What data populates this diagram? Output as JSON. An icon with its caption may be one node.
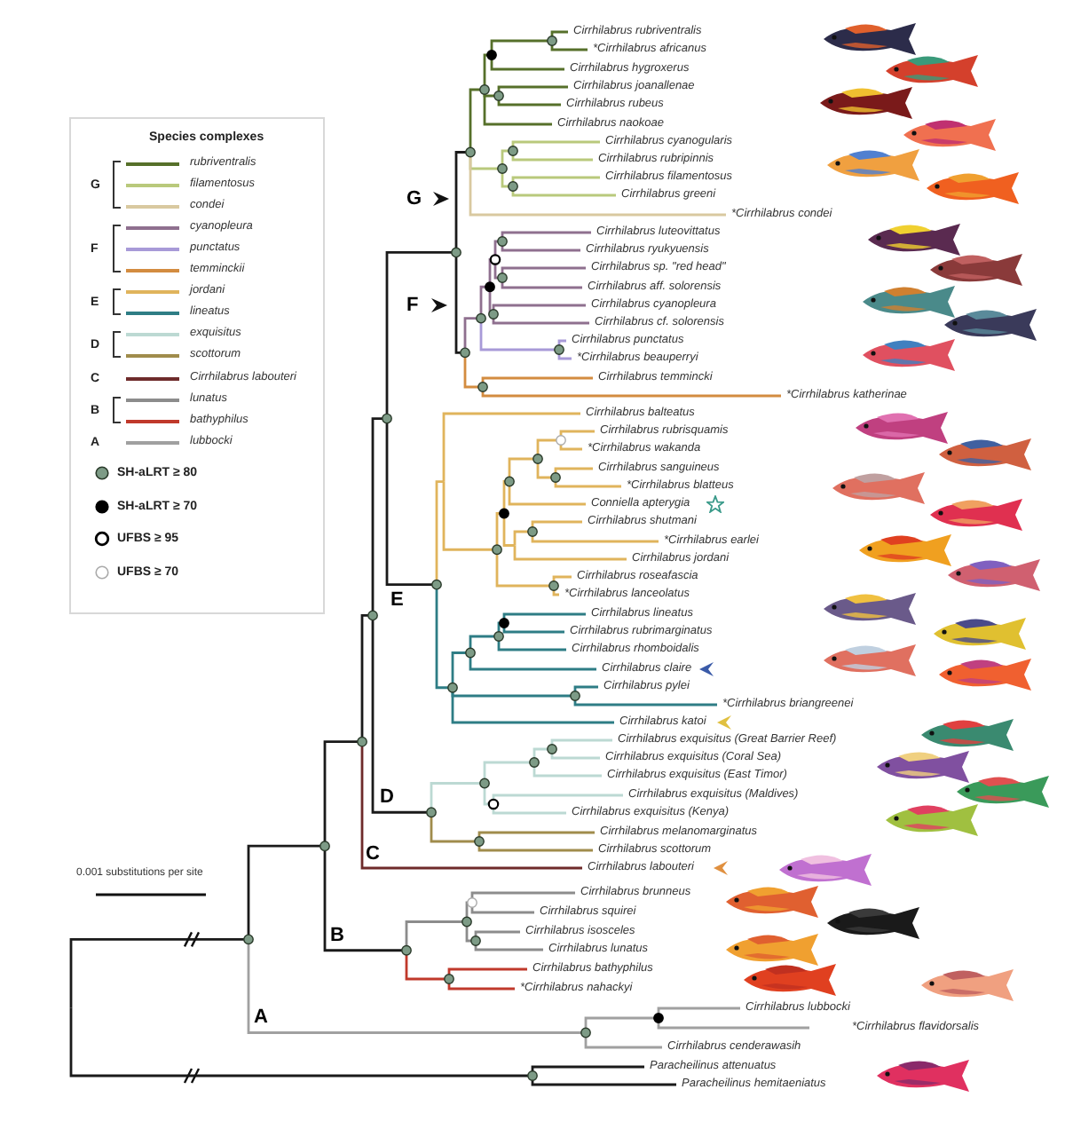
{
  "diagram": {
    "labels": [
      "Species complexes",
      "G",
      "F",
      "E",
      "D",
      "C",
      "B",
      "A",
      "G",
      "F",
      "E",
      "D",
      "C",
      "B",
      "A",
      "0.001 substitutions per site",
      "Cirrhilabrus rubriventralis",
      "*Cirrhilabrus africanus",
      "Cirrhilabrus hygroxerus",
      "Cirrhilabrus joanallenae",
      "Cirrhilabrus rubeus",
      "Cirrhilabrus naokoae",
      "Cirrhilabrus cyanogularis",
      "Cirrhilabrus rubripinnis",
      "Cirrhilabrus filamentosus",
      "Cirrhilabrus greeni",
      "*Cirrhilabrus condei",
      "Cirrhilabrus luteovittatus",
      "Cirrhilabrus ryukyuensis",
      "Cirrhilabrus sp. \"red head\"",
      "Cirrhilabrus aff. solorensis",
      "Cirrhilabrus cyanopleura",
      "Cirrhilabrus cf. solorensis",
      "Cirrhilabrus punctatus",
      "*Cirrhilabrus beauperryi",
      "Cirrhilabrus temmincki",
      "*Cirrhilabrus katherinae",
      "Cirrhilabrus balteatus",
      "Cirrhilabrus rubrisquamis",
      "*Cirrhilabrus wakanda",
      "Cirrhilabrus sanguineus",
      "*Cirrhilabrus blatteus",
      "Conniella apterygia",
      "Cirrhilabrus shutmani",
      "*Cirrhilabrus earlei",
      "Cirrhilabrus jordani",
      "Cirrhilabrus roseafascia",
      "*Cirrhilabrus lanceolatus",
      "Cirrhilabrus lineatus",
      "Cirrhilabrus rubrimarginatus",
      "Cirrhilabrus rhomboidalis",
      "Cirrhilabrus claire",
      "Cirrhilabrus pylei",
      "*Cirrhilabrus briangreenei",
      "Cirrhilabrus katoi",
      "Cirrhilabrus exquisitus (Great Barrier Reef)",
      "Cirrhilabrus exquisitus (Coral Sea)",
      "Cirrhilabrus exquisitus (East Timor)",
      "Cirrhilabrus exquisitus (Maldives)",
      "Cirrhilabrus exquisitus (Kenya)",
      "Cirrhilabrus melanomarginatus",
      "Cirrhilabrus scottorum",
      "Cirrhilabrus labouteri",
      "Cirrhilabrus brunneus",
      "Cirrhilabrus squirei",
      "Cirrhilabrus isosceles",
      "Cirrhilabrus lunatus",
      "Cirrhilabrus bathyphilus",
      "*Cirrhilabrus nahackyi",
      "Cirrhilabrus lubbocki",
      "*Cirrhilabrus flavidorsalis",
      "Cirrhilabrus cenderawasih",
      "Paracheilinus attenuatus",
      "Paracheilinus hemitaeniatus"
    ],
    "legend": [
      {
        "text": "rubriventralis"
      },
      {
        "text": "filamentosus"
      },
      {
        "text": "condei"
      },
      {
        "text": "cyanopleura"
      },
      {
        "text": "punctatus"
      },
      {
        "text": "temminckii"
      },
      {
        "text": "jordani"
      },
      {
        "text": "lineatus"
      },
      {
        "text": "exquisitus"
      },
      {
        "text": "scottorum"
      },
      {
        "text": "Cirrhilabrus labouteri"
      },
      {
        "text": "lunatus"
      },
      {
        "text": "bathyphilus"
      },
      {
        "text": "lubbocki"
      },
      {
        "text": "SH-aLRT ≥ 80"
      },
      {
        "text": "SH-aLRT ≥ 70"
      },
      {
        "text": "UFBS ≥ 95"
      },
      {
        "text": "UFBS ≥ 70"
      }
    ]
  }
}
